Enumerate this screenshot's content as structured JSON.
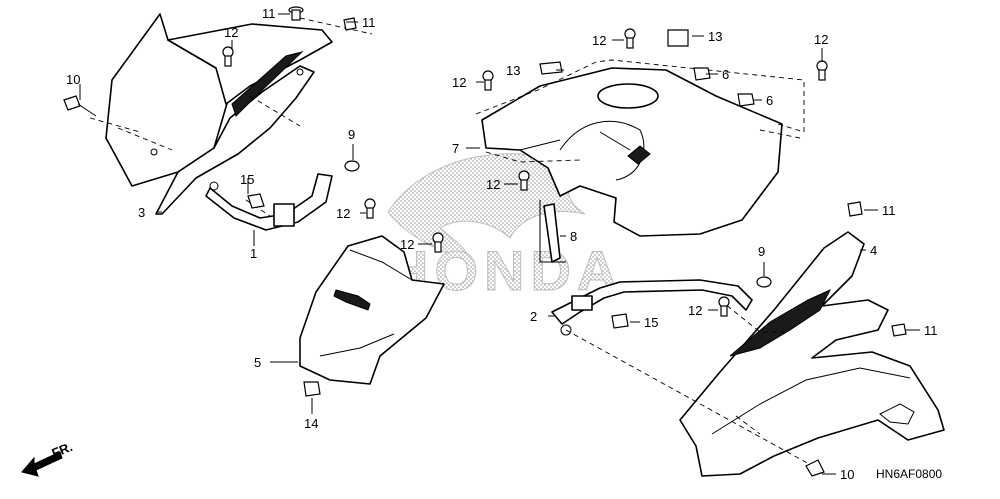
{
  "diagram_code": "HN6AF0800",
  "direction_label": "FR.",
  "watermark": "HONDA",
  "callouts": [
    {
      "id": "c1",
      "text": "1"
    },
    {
      "id": "c2",
      "text": "2"
    },
    {
      "id": "c3",
      "text": "3"
    },
    {
      "id": "c4",
      "text": "4"
    },
    {
      "id": "c5",
      "text": "5"
    },
    {
      "id": "c6a",
      "text": "6"
    },
    {
      "id": "c6b",
      "text": "6"
    },
    {
      "id": "c7",
      "text": "7"
    },
    {
      "id": "c8",
      "text": "8"
    },
    {
      "id": "c9a",
      "text": "9"
    },
    {
      "id": "c9b",
      "text": "9"
    },
    {
      "id": "c10a",
      "text": "10"
    },
    {
      "id": "c10b",
      "text": "10"
    },
    {
      "id": "c11a",
      "text": "11"
    },
    {
      "id": "c11b",
      "text": "11"
    },
    {
      "id": "c11c",
      "text": "11"
    },
    {
      "id": "c11d",
      "text": "11"
    },
    {
      "id": "c12a",
      "text": "12"
    },
    {
      "id": "c12b",
      "text": "12"
    },
    {
      "id": "c12c",
      "text": "12"
    },
    {
      "id": "c12d",
      "text": "12"
    },
    {
      "id": "c12e",
      "text": "12"
    },
    {
      "id": "c12f",
      "text": "12"
    },
    {
      "id": "c12g",
      "text": "12"
    },
    {
      "id": "c12h",
      "text": "12"
    },
    {
      "id": "c13a",
      "text": "13"
    },
    {
      "id": "c13b",
      "text": "13"
    },
    {
      "id": "c14",
      "text": "14"
    },
    {
      "id": "c15a",
      "text": "15"
    },
    {
      "id": "c15b",
      "text": "15"
    }
  ]
}
